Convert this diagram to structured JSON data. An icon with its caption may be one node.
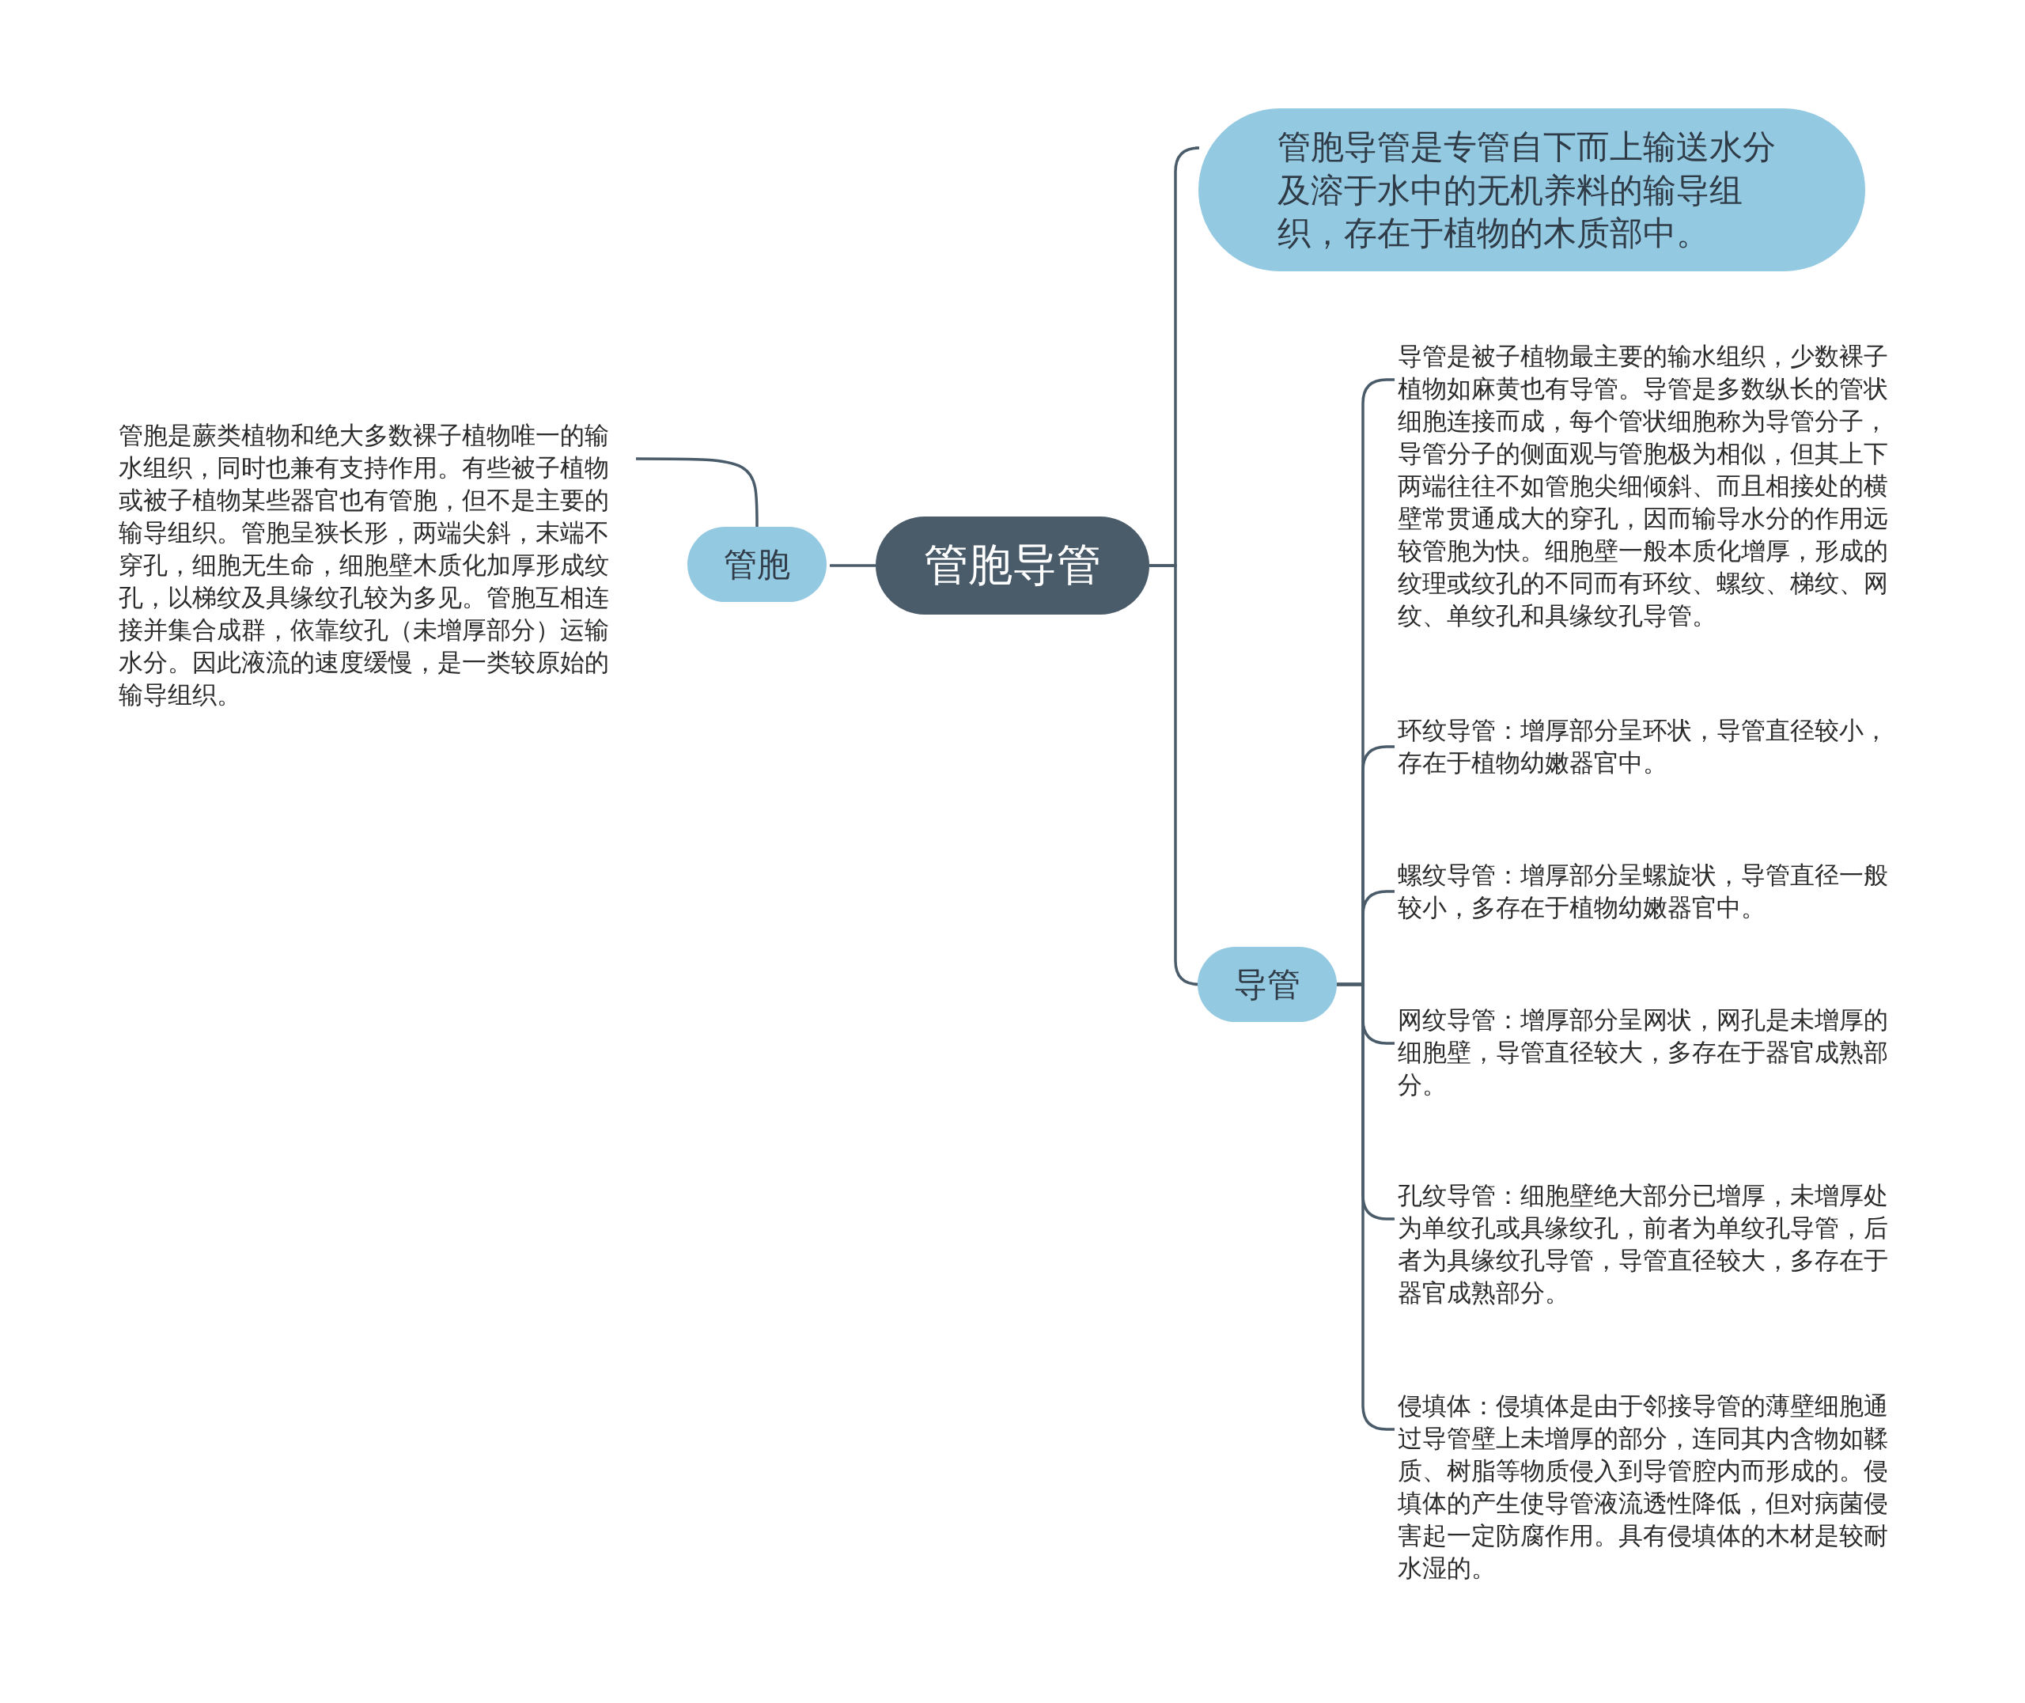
{
  "diagram": {
    "nodes": [
      {
        "text": [
          "管胞导管"
        ]
      },
      {
        "text": [
          "管胞导管是专管自下而上输送水分及溶于水中的无机养料的输导组织，存在于植物的木质部中。"
        ]
      },
      {
        "text": [
          "管胞"
        ]
      },
      {
        "text": [
          "管胞是蕨类植物和绝大多数裸子植物唯一的输水组织，同时也兼有支持作用。有些被子植物或被子植物某些器官也有管胞，但不是主要的输导组织。管胞呈狭长形，两端尖斜，末端不穿孔，细胞无生命，细胞壁木质化加厚形成纹孔，以梯纹及具缘纹孔较为多见。管胞互相连接并集合成群，依靠纹孔（未增厚部分）运输水分。因此液流的速度缓慢，是一类较原始的输导组织。"
        ]
      },
      {
        "text": [
          "导管"
        ]
      },
      {
        "text": [
          "导管是被子植物最主要的输水组织，少数裸子植物如麻黄也有导管。导管是多数纵长的管状细胞连接而成，每个管状细胞称为导管分子，导管分子的侧面观与管胞极为相似，但其上下两端往往不如管胞尖细倾斜、而且相接处的横壁常贯通成大的穿孔，因而输导水分的作用远较管胞为快。细胞壁一般本质化增厚，形成的纹理或纹孔的不同而有环纹、螺纹、梯纹、网纹、单纹孔和具缘纹孔导管。"
        ]
      },
      {
        "text": [
          "环纹导管：增厚部分呈环状，导管直径较小，存在于植物幼嫩器官中。"
        ]
      },
      {
        "text": [
          "螺纹导管：增厚部分呈螺旋状，导管直径一般较小，多存在于植物幼嫩器官中。"
        ]
      },
      {
        "text": [
          "网纹导管：增厚部分呈网状，网孔是未增厚的细胞壁，导管直径较大，多存在于器官成熟部分。"
        ]
      },
      {
        "text": [
          "孔纹导管：细胞壁绝大部分已增厚，未增厚处为单纹孔或具缘纹孔，前者为单纹孔导管，后者为具缘纹孔导管，导管直径较大，多存在于器官成熟部分。"
        ]
      },
      {
        "text": [
          "侵填体：侵填体是由于邻接导管的薄壁细胞通过导管壁上未增厚的部分，连同其内含物如鞣质、树脂等物质侵入到导管腔内而形成的。侵填体的产生使导管液流透性降低，但对病菌侵害起一定防腐作用。具有侵填体的木材是较耐水湿的。"
        ]
      }
    ],
    "edges": [
      {
        "from": 0,
        "to": 1,
        "arrow": "none"
      },
      {
        "from": 0,
        "to": 2,
        "arrow": "none"
      },
      {
        "from": 2,
        "to": 3,
        "arrow": "none"
      },
      {
        "from": 0,
        "to": 4,
        "arrow": "none"
      },
      {
        "from": 4,
        "to": 5,
        "arrow": "none"
      },
      {
        "from": 4,
        "to": 6,
        "arrow": "none"
      },
      {
        "from": 4,
        "to": 7,
        "arrow": "none"
      },
      {
        "from": 4,
        "to": 8,
        "arrow": "none"
      },
      {
        "from": 4,
        "to": 9,
        "arrow": "none"
      },
      {
        "from": 4,
        "to": 10,
        "arrow": "none"
      }
    ]
  }
}
